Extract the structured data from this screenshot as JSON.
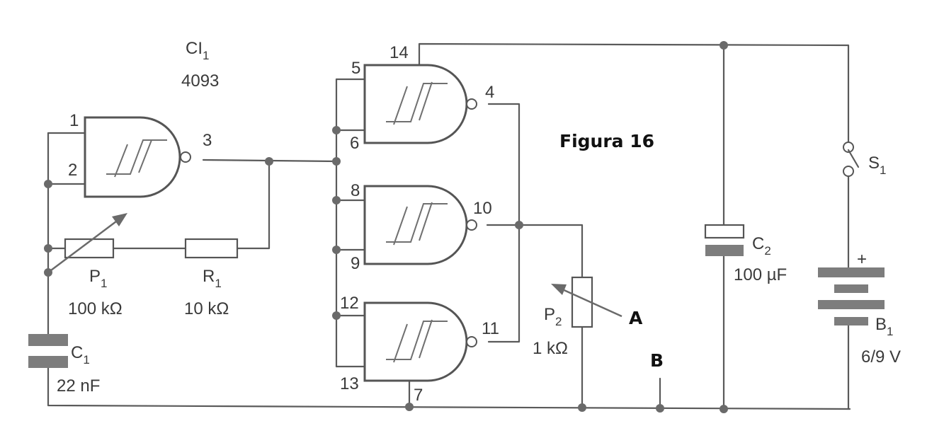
{
  "ic": {
    "name": "CI",
    "sub": "1",
    "part": "4093"
  },
  "figure_title": "Figura 16",
  "pins": [
    "1",
    "2",
    "3",
    "5",
    "6",
    "4",
    "8",
    "9",
    "10",
    "12",
    "13",
    "11",
    "14",
    "7"
  ],
  "components": {
    "p1": {
      "name": "P",
      "sub": "1",
      "value": "100 kΩ"
    },
    "r1": {
      "name": "R",
      "sub": "1",
      "value": "10 kΩ"
    },
    "c1": {
      "name": "C",
      "sub": "1",
      "value": "22 nF"
    },
    "p2": {
      "name": "P",
      "sub": "2",
      "value": "1 kΩ"
    },
    "c2": {
      "name": "C",
      "sub": "2",
      "value": "100 µF"
    },
    "s1": {
      "name": "S",
      "sub": "1"
    },
    "b1": {
      "name": "B",
      "sub": "1",
      "value": "6/9 V",
      "polarity": "+"
    }
  },
  "test_points": {
    "a": "A",
    "b": "B"
  }
}
